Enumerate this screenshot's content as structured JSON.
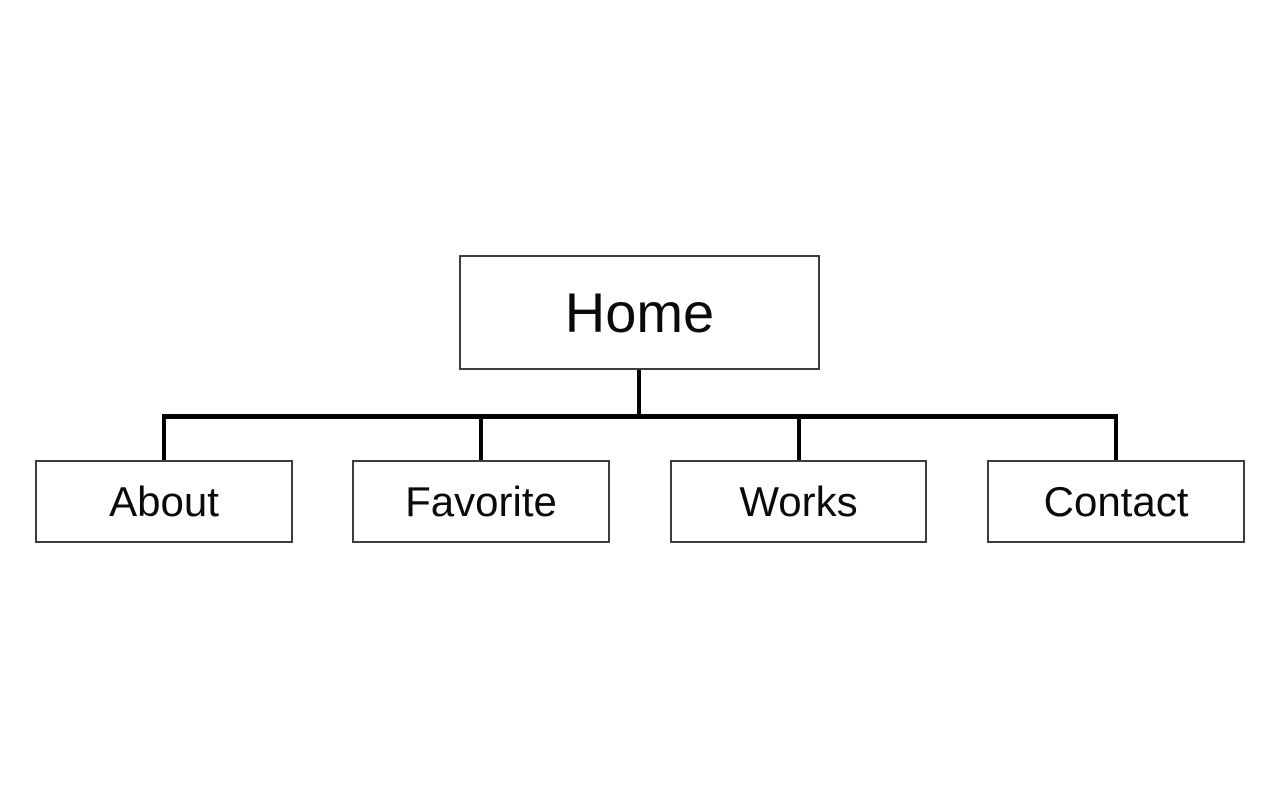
{
  "diagram": {
    "type": "sitemap-tree",
    "root": {
      "label": "Home"
    },
    "children": [
      {
        "label": "About"
      },
      {
        "label": "Favorite"
      },
      {
        "label": "Works"
      },
      {
        "label": "Contact"
      }
    ]
  },
  "colors": {
    "background": "#ffffff",
    "box_border": "#3d3d3d",
    "box_fill": "#ffffff",
    "connector_line": "#000000",
    "text": "#0a0a0a"
  }
}
